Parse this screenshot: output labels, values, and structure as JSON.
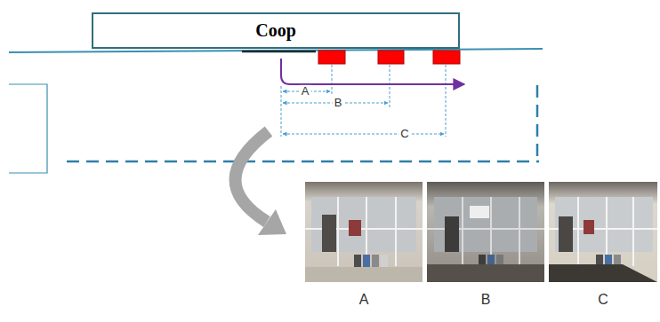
{
  "diagram": {
    "nodes": [
      {
        "text": [
          "Coop"
        ]
      }
    ],
    "labels": [
      "A",
      "B",
      "C",
      "A",
      "B",
      "C"
    ]
  }
}
